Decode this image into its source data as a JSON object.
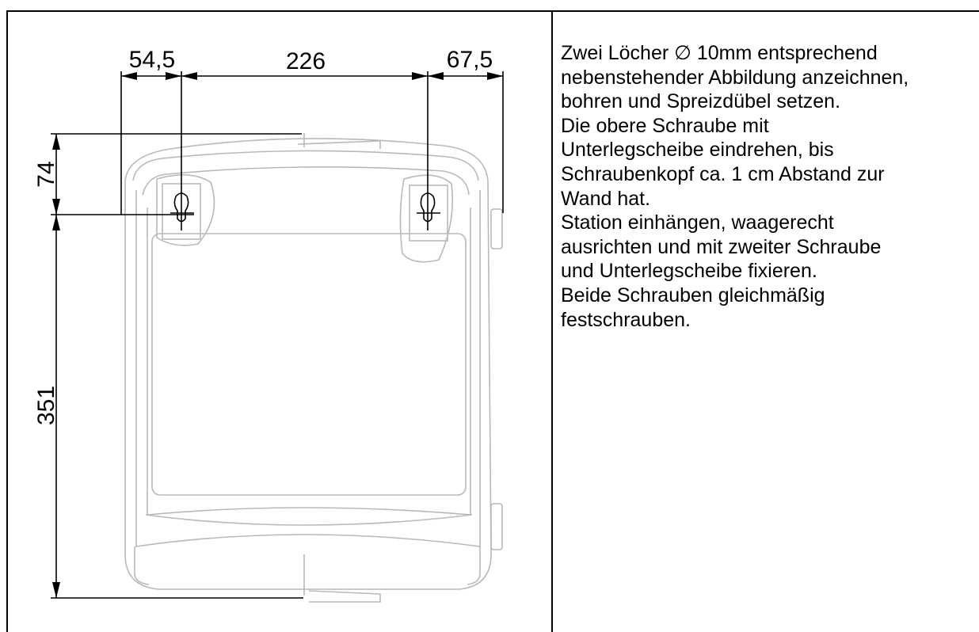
{
  "diagram": {
    "dimensions": {
      "left_offset": "54,5",
      "hole_spacing": "226",
      "right_offset": "67,5",
      "top_offset": "74",
      "bottom_offset": "351"
    }
  },
  "instructions": {
    "lines": [
      "Zwei Löcher ∅ 10mm entsprechend",
      "nebenstehender Abbildung anzeichnen,",
      "bohren und Spreizdübel setzen.",
      "Die obere Schraube mit",
      "Unterlegscheibe eindrehen, bis",
      "Schraubenkopf ca. 1 cm Abstand zur",
      "Wand hat.",
      "Station einhängen, waagerecht",
      "ausrichten und mit zweiter Schraube",
      "und Unterlegscheibe fixieren.",
      "Beide Schrauben gleichmäßig",
      "festschrauben."
    ]
  },
  "colors": {
    "frame_border": "#000000",
    "outline": "#b9b9b9",
    "dimension_line": "#000000"
  }
}
